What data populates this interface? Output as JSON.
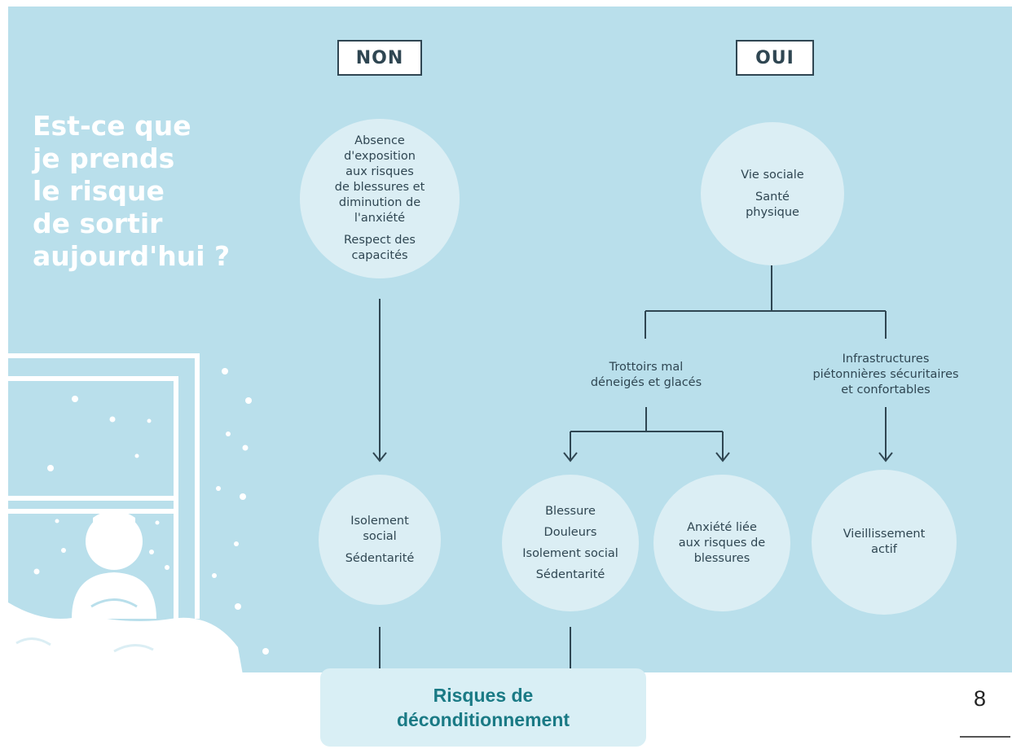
{
  "question": {
    "lines": [
      "Est-ce que",
      "je prends",
      "le risque",
      "de sortir",
      "aujourd'hui ?"
    ]
  },
  "no_label": "NON",
  "yes_label": "OUI",
  "no_branch": {
    "benefit": {
      "lines": [
        "Absence",
        "d'exposition",
        "aux risques",
        "de blessures et",
        "diminution de",
        "l'anxiété"
      ],
      "line2": [
        "Respect des",
        "capacités"
      ]
    },
    "outcome": {
      "lines": [
        "Isolement",
        "social"
      ],
      "line2": "Sédentarité"
    }
  },
  "yes_branch": {
    "benefit": {
      "line1": "Vie sociale",
      "lines": [
        "Santé",
        "physique"
      ]
    },
    "condition_bad": {
      "lines": [
        "Trottoirs mal",
        "déneigés et glacés"
      ],
      "outcome_a": {
        "lines": [
          "Blessure",
          "Douleurs",
          "Isolement social",
          "Sédentarité"
        ]
      },
      "outcome_b": {
        "lines": [
          "Anxiété liée",
          "aux risques de",
          "blessures"
        ]
      }
    },
    "condition_good": {
      "lines": [
        "Infrastructures",
        "piétonnières sécuritaires",
        "et confortables"
      ],
      "outcome": {
        "lines": [
          "Vieillissement",
          "actif"
        ]
      }
    }
  },
  "result": {
    "lines": [
      "Risques de",
      "déconditionnement"
    ]
  },
  "page_number": "8",
  "colors": {
    "background": "#b9dfeb",
    "circle": "#dbeef4",
    "ink": "#2f4652",
    "result_text": "#1a7a85"
  }
}
